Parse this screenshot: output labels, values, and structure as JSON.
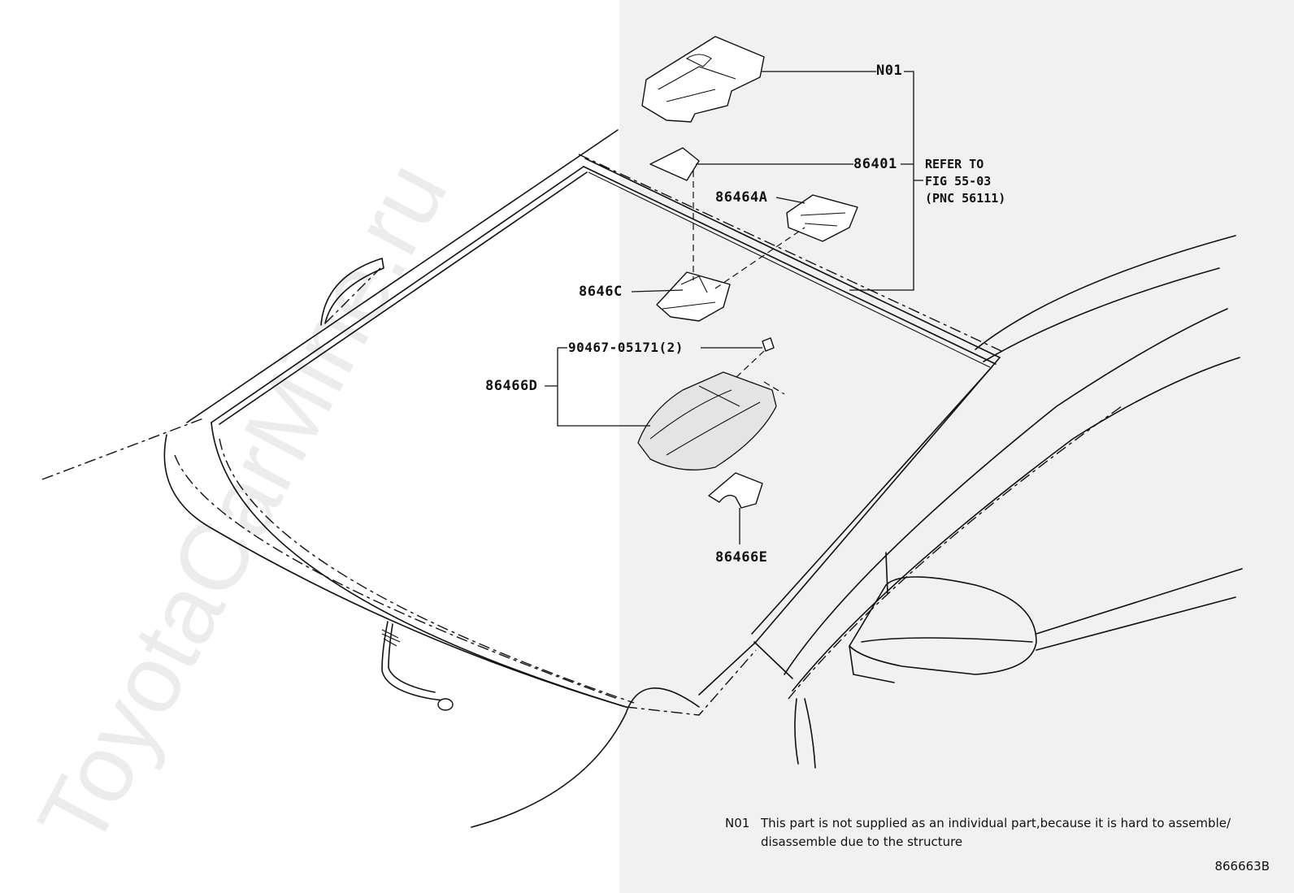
{
  "watermark": "ToyotaCarMine.ru",
  "labels": {
    "n01": "N01",
    "p86401": "86401",
    "p86464a": "86464A",
    "p8646c": "8646C",
    "p90467": "90467-05171(2)",
    "p86466d": "86466D",
    "p86466e": "86466E"
  },
  "refer": {
    "line1": "REFER TO",
    "line2": "FIG 55-03",
    "line3": "(PNC 56111)"
  },
  "note": {
    "code": "N01",
    "line1": "This part is not supplied as an individual part,because it is hard to assemble/",
    "line2": "disassemble due to the structure"
  },
  "figure_number": "866663B",
  "colors": {
    "line": "#111111",
    "shade": "#f1f1f1",
    "background": "#ffffff"
  }
}
